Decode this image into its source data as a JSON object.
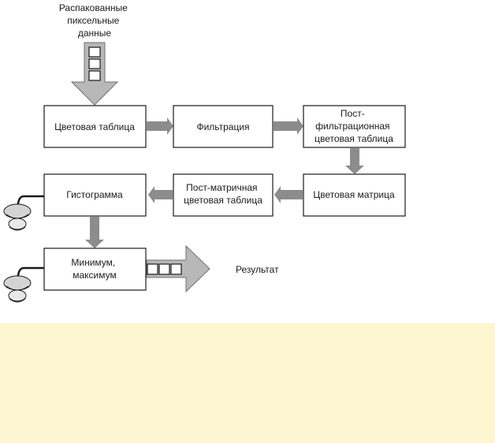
{
  "diagram": {
    "input_label": [
      "Распакованные",
      "пиксельные",
      "данные"
    ],
    "boxes": {
      "color_table": [
        "Цветовая таблица"
      ],
      "filtration": [
        "Фильтрация"
      ],
      "post_filter_table": [
        "Пост-",
        "фильтрационная",
        "цветовая таблица"
      ],
      "color_matrix": [
        "Цветовая матрица"
      ],
      "post_matrix_table": [
        "Пост-матричная",
        "цветовая таблица"
      ],
      "histogram": [
        "Гистограмма"
      ],
      "minmax": [
        "Минимум,",
        "максимум"
      ]
    },
    "result_label": "Результат"
  },
  "colors": {
    "arrow": "#8c8c8c",
    "box_border": "#1a1a1a",
    "note_bg": "#fdf5cf"
  },
  "icons": [
    "bell-icon",
    "bell-icon"
  ]
}
